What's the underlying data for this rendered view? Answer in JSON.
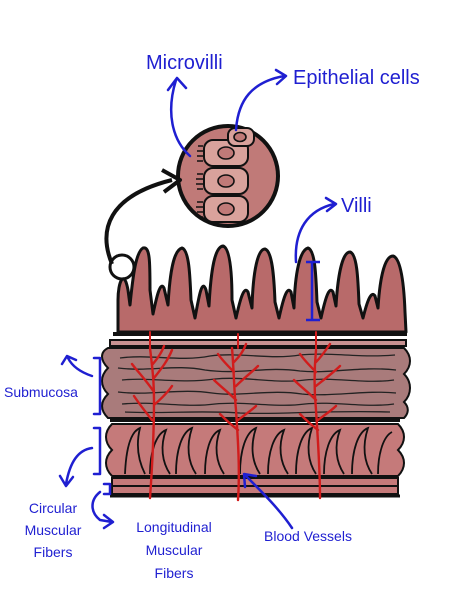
{
  "labels": {
    "microvilli": "Microvilli",
    "epithelial_cells": "Epithelial cells",
    "villi": "Villi",
    "submucosa": "Submucosa",
    "circular_1": "Circular",
    "circular_2": "Muscular",
    "circular_3": "Fibers",
    "longitudinal_1": "Longitudinal",
    "longitudinal_2": "Muscular",
    "longitudinal_3": "Fibers",
    "blood_vessels": "Blood Vessels"
  },
  "colors": {
    "label": "#1f1fd1",
    "villi_fill": "#b86a6a",
    "submucosa_fill": "#a97b7b",
    "muscle_fill": "#c57a7a",
    "cell_fill": "#d9a29c",
    "vessel": "#d11c1c",
    "outline": "#111111"
  }
}
